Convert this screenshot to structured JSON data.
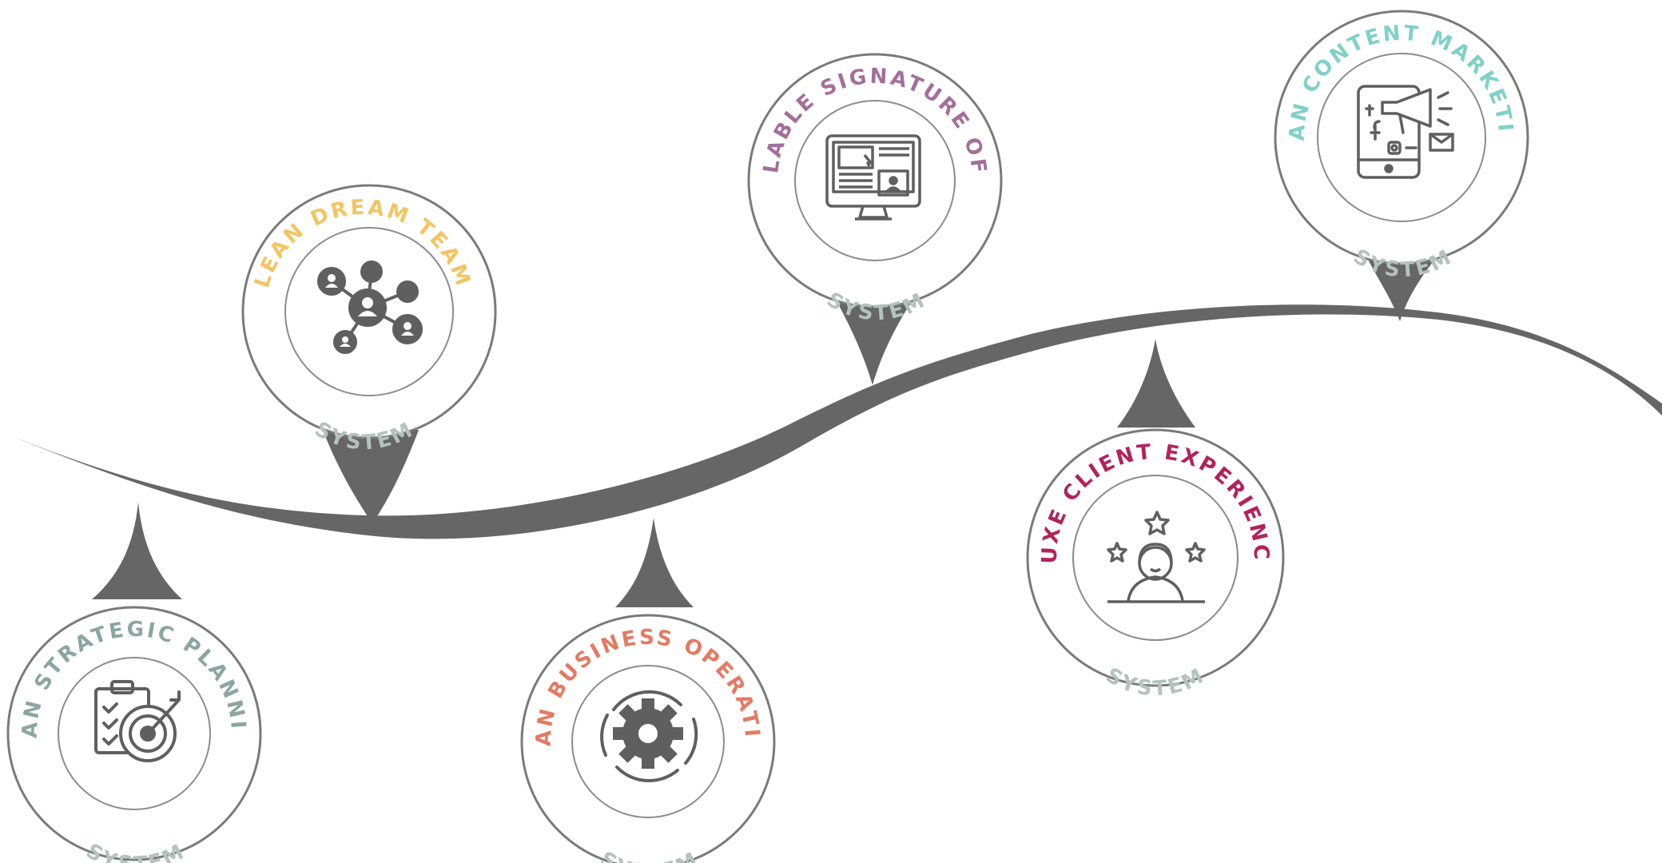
{
  "colors": {
    "road": "#666666",
    "ring": "#7a7a7a",
    "inner_ring": "#8c8c8c",
    "icon": "#5f5f5f",
    "system_text": "#b3c3bd"
  },
  "milestones": [
    {
      "title": "LEAN STRATEGIC PLANNING",
      "subtitle": "SYSTEM",
      "color": "#8aa6a0",
      "icon": "clipboard-target-icon"
    },
    {
      "title": "LEAN DREAM TEAM",
      "subtitle": "SYSTEM",
      "color": "#f3c562",
      "icon": "team-network-icon"
    },
    {
      "title": "LEAN BUSINESS OPERATING",
      "subtitle": "SYSTEM",
      "color": "#e47a63",
      "icon": "gear-cycle-icon"
    },
    {
      "title": "SCALABLE SIGNATURE OFFER",
      "subtitle": "SYSTEM",
      "color": "#a36f9a",
      "icon": "monitor-course-icon"
    },
    {
      "title": "LUXE CLIENT EXPERIENCE",
      "subtitle": "SYSTEM",
      "color": "#b2235d",
      "icon": "client-stars-icon"
    },
    {
      "title": "LEAN CONTENT MARKETING",
      "subtitle": "SYSTEM",
      "color": "#7fd1c9",
      "icon": "social-megaphone-icon"
    }
  ]
}
